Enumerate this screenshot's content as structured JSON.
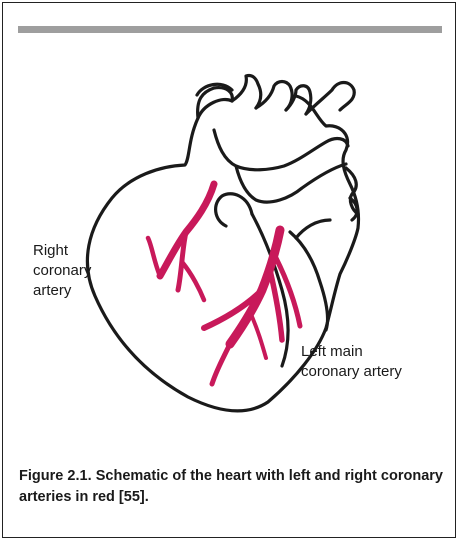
{
  "labels": {
    "right_coronary": "Right\ncoronary\nartery",
    "left_main": "Left main\ncoronary artery"
  },
  "caption": {
    "figure": "Figure 2.1",
    "separator": ".",
    "text": " Schematic of the heart with left and right coronary arteries in red [55]."
  },
  "colors": {
    "outline": "#1a1a1a",
    "artery": "#c8195a",
    "rule": "#9e9e9e"
  }
}
